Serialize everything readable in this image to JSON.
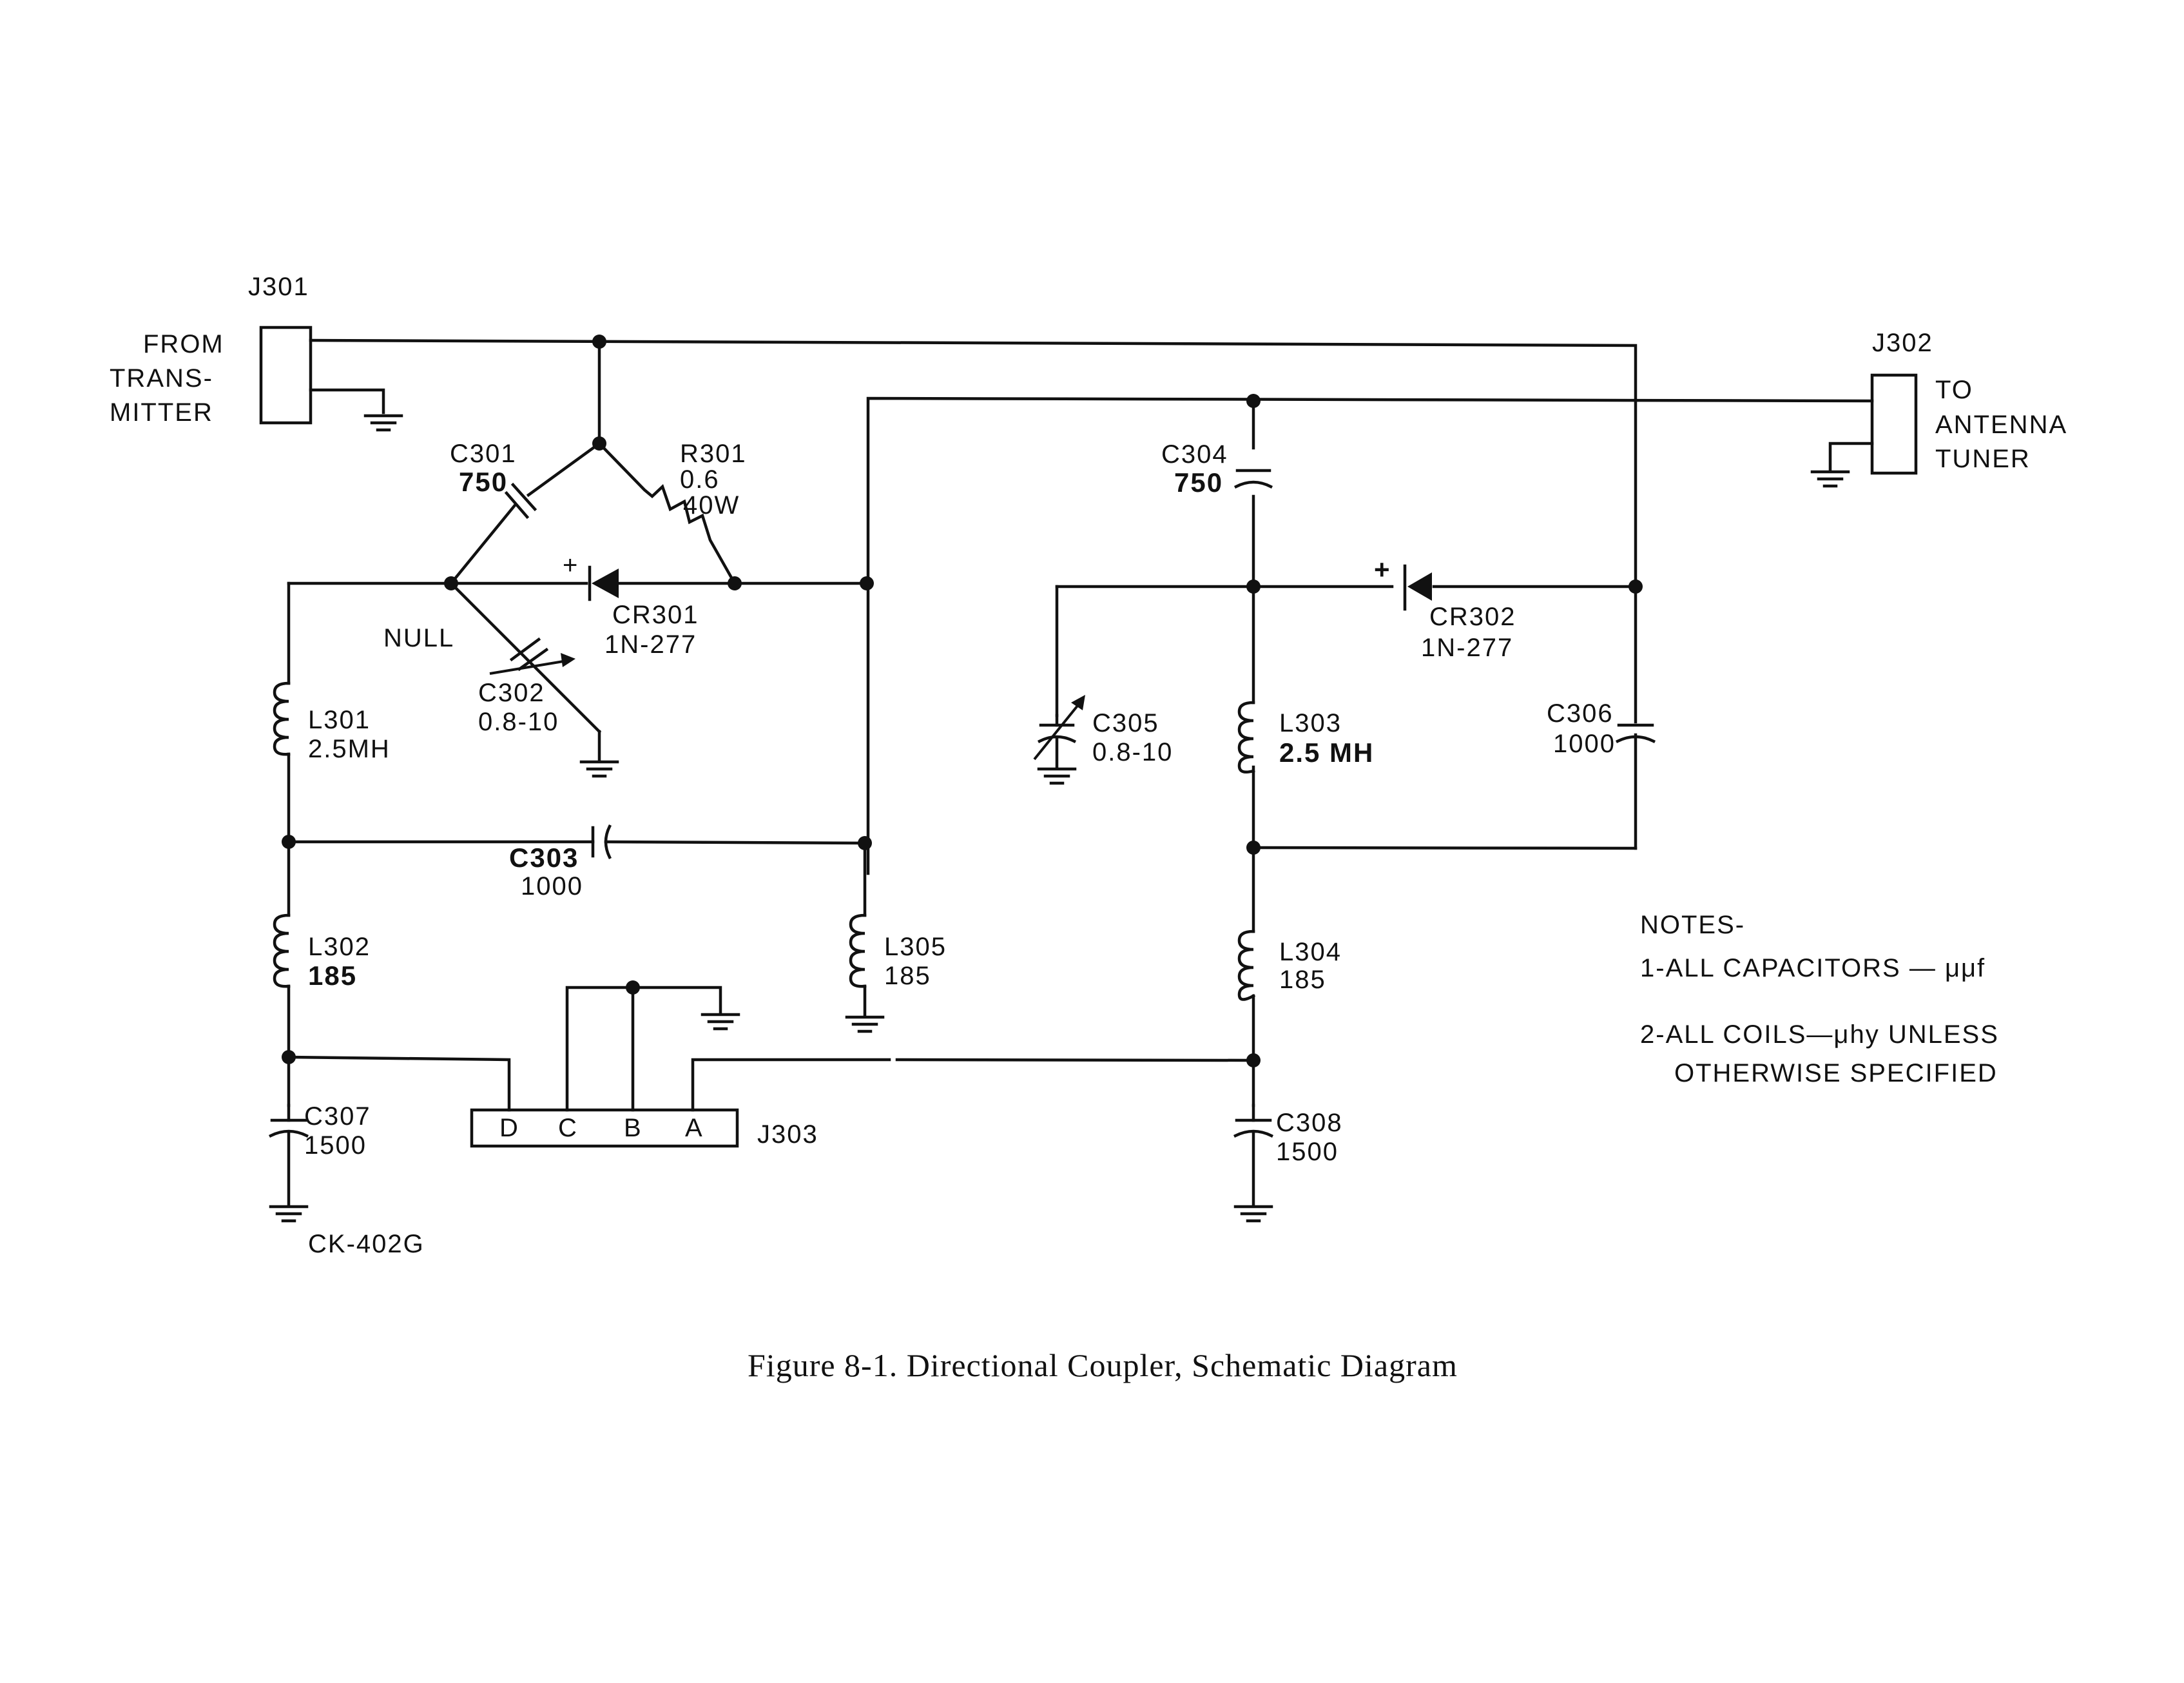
{
  "connectors": {
    "j301": {
      "ref": "J301",
      "note_lines": [
        "FROM",
        "TRANS-",
        "MITTER"
      ]
    },
    "j302": {
      "ref": "J302",
      "note_lines": [
        "TO",
        "ANTENNA",
        "TUNER"
      ]
    },
    "j303": {
      "ref": "J303",
      "pins": [
        "D",
        "C",
        "B",
        "A"
      ]
    }
  },
  "components": {
    "c301": {
      "ref": "C301",
      "value": "750"
    },
    "r301": {
      "ref": "R301",
      "value": "0.6",
      "rating": "40W"
    },
    "cr301": {
      "ref": "CR301",
      "value": "1N-277",
      "polarity": "+"
    },
    "c302": {
      "ref": "C302",
      "value": "0.8-10",
      "function": "NULL"
    },
    "l301": {
      "ref": "L301",
      "value": "2.5MH"
    },
    "c303": {
      "ref": "C303",
      "value": "1000"
    },
    "l302": {
      "ref": "L302",
      "value": "185"
    },
    "l305": {
      "ref": "L305",
      "value": "185"
    },
    "c307": {
      "ref": "C307",
      "value": "1500"
    },
    "c304": {
      "ref": "C304",
      "value": "750"
    },
    "cr302": {
      "ref": "CR302",
      "value": "1N-277",
      "polarity": "+"
    },
    "c305": {
      "ref": "C305",
      "value": "0.8-10"
    },
    "l303": {
      "ref": "L303",
      "value": "2.5 MH"
    },
    "c306": {
      "ref": "C306",
      "value": "1000"
    },
    "l304": {
      "ref": "L304",
      "value": "185"
    },
    "c308": {
      "ref": "C308",
      "value": "1500"
    }
  },
  "drawing_number": "CK-402G",
  "notes": {
    "heading": "NOTES-",
    "items": [
      "1-ALL CAPACITORS — μμf",
      "2-ALL COILS—μhy UNLESS",
      "OTHERWISE SPECIFIED"
    ]
  },
  "caption": "Figure 8-1.  Directional Coupler, Schematic Diagram"
}
